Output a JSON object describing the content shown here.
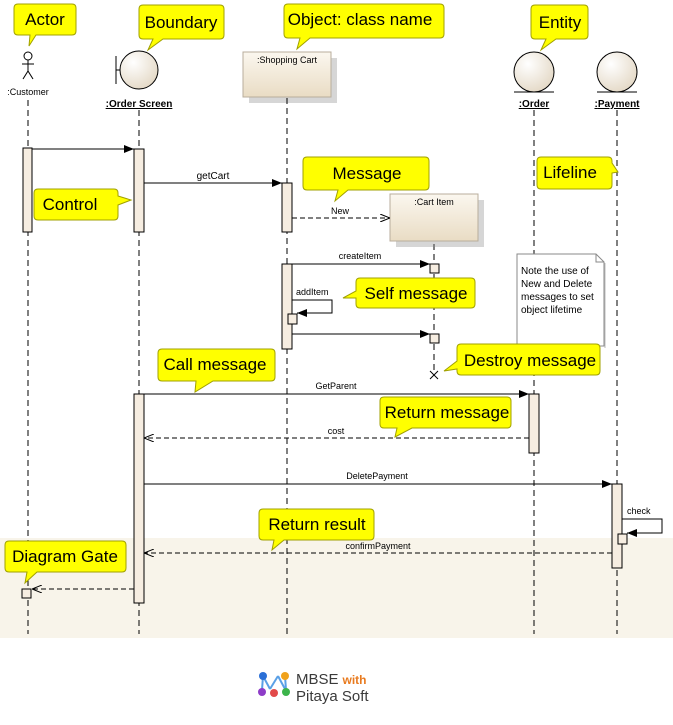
{
  "participants": {
    "customer": "Customer",
    "order_screen": "Order Screen",
    "shopping_cart": "Shopping Cart",
    "cart_item": "Cart Item",
    "order": "Order",
    "payment": "Payment"
  },
  "participant_prefix": ":",
  "messages": {
    "get_cart": "getCart",
    "new": "New",
    "create_item": "createItem",
    "add_item": "addItem",
    "get_parent": "GetParent",
    "cost": "cost",
    "delete_payment": "DeletePayment",
    "check": "check",
    "confirm_payment": "confirmPayment"
  },
  "callouts": {
    "actor": "Actor",
    "boundary": "Boundary",
    "object": "Object: class name",
    "entity": "Entity",
    "message": "Message",
    "lifeline": "Lifeline",
    "control": "Control",
    "self_message": "Self message",
    "destroy_message": "Destroy message",
    "call_message": "Call message",
    "return_message": "Return message",
    "return_result": "Return result",
    "diagram_gate": "Diagram Gate"
  },
  "note": {
    "lines": [
      "Note the use of",
      "New and Delete",
      "messages to set",
      "object lifetime"
    ]
  },
  "logo": {
    "line1": "MBSE",
    "line1_suffix": "with",
    "line2": "Pitaya Soft"
  },
  "colors": {
    "callout_fill": "#ffff00",
    "activation_fill": "#f6ede1",
    "object_box_fill": "#f2ead9",
    "entity_fill": "#efe6d8",
    "lower_band": "#f8f4ea"
  }
}
